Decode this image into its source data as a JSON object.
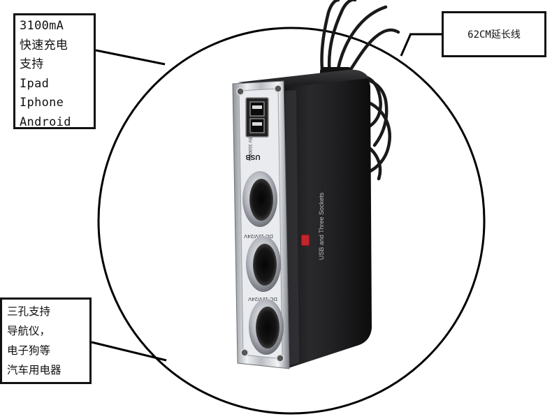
{
  "callouts": {
    "top_left": {
      "lines": [
        "3100mA",
        "快速充电",
        "支持",
        "Ipad",
        "Iphone",
        "Android"
      ]
    },
    "top_right": {
      "text": "62CM延长线"
    },
    "bottom_left": {
      "lines": [
        "三孔支持",
        "导航仪，",
        "电子狗等",
        "汽车用电器"
      ]
    }
  },
  "product": {
    "side_label": "USB and Three Sockets",
    "usb_label": "USB",
    "usb_rating": "DC 5V 3100mA",
    "socket_rating": "DC 12V/24V",
    "socket_count": 3,
    "usb_port_count": 2
  },
  "colors": {
    "body_black": "#1c1c1e",
    "frame_chrome": "#c8ccd1",
    "indicator_red": "#c0262c",
    "cable": "#1a1a1a",
    "circle_outline": "#000000"
  }
}
